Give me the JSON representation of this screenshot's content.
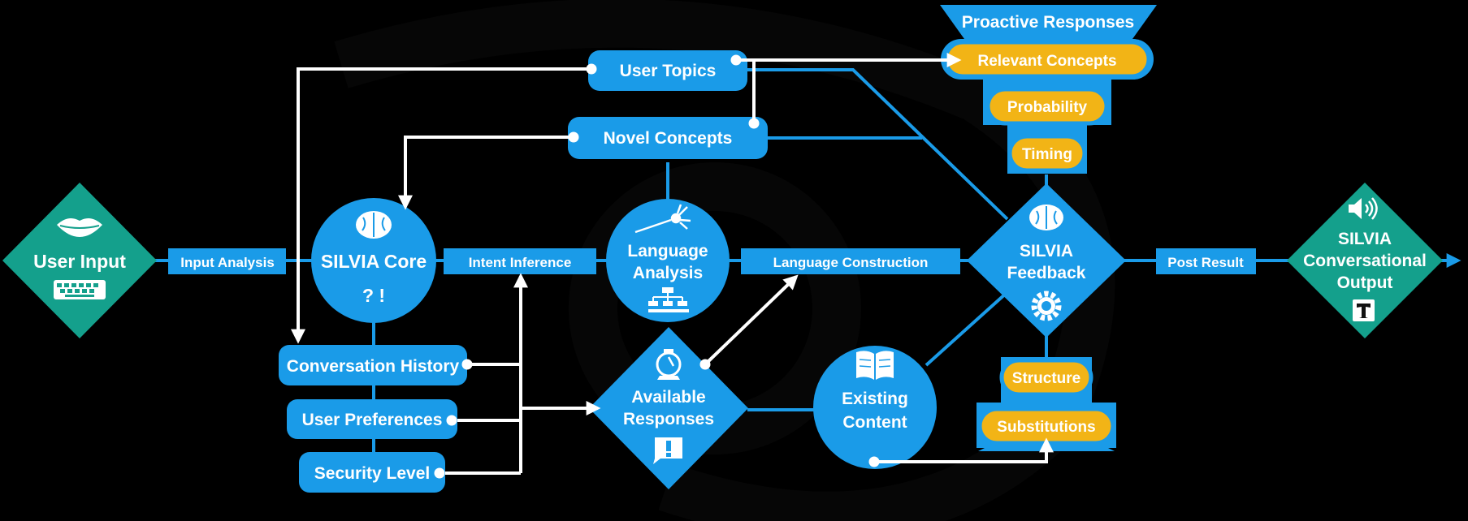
{
  "nodes": {
    "user_input": "User Input",
    "silvia_core": "SILVIA Core",
    "silvia_core_symbols": "? !",
    "language_analysis": [
      "Language",
      "Analysis"
    ],
    "silvia_feedback": [
      "SILVIA",
      "Feedback"
    ],
    "silvia_output": [
      "SILVIA",
      "Conversational",
      "Output"
    ],
    "available_responses": [
      "Available",
      "Responses"
    ],
    "existing_content": [
      "Existing",
      "Content"
    ]
  },
  "bars": {
    "input_analysis": "Input Analysis",
    "intent_inference": "Intent Inference",
    "language_construction": "Language Construction",
    "post_result": "Post Result"
  },
  "pills": {
    "user_topics": "User Topics",
    "novel_concepts": "Novel Concepts",
    "conversation_history": "Conversation History",
    "user_preferences": "User Preferences",
    "security_level": "Security Level"
  },
  "proactive": {
    "title": "Proactive Responses",
    "items": [
      "Relevant Concepts",
      "Probability",
      "Timing"
    ]
  },
  "construction": {
    "items": [
      "Structure",
      "Substitutions"
    ]
  },
  "icons": {
    "user_input": [
      "lips-icon",
      "keyboard-icon"
    ],
    "silvia_core": "brain-icon",
    "language_analysis": [
      "neuron-icon",
      "hierarchy-icon"
    ],
    "silvia_feedback": [
      "brain-icon",
      "gear-icon"
    ],
    "silvia_output": [
      "speaker-icon",
      "text-icon"
    ],
    "available_responses": [
      "scale-icon",
      "alert-icon"
    ],
    "existing_content": "book-icon"
  },
  "colors": {
    "accent": "#1a9be8",
    "teal": "#14a08c",
    "gold": "#f2b416",
    "background": "#000000"
  }
}
